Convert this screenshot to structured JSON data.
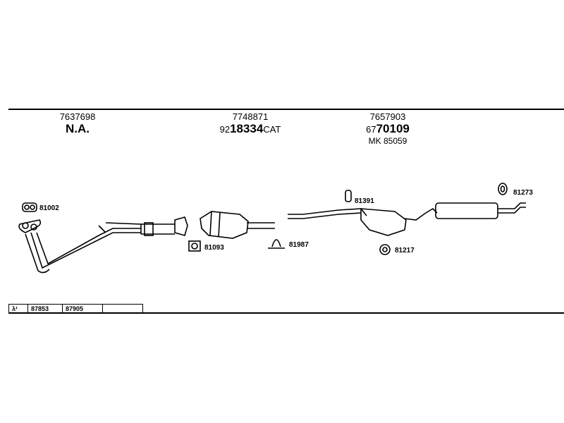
{
  "headers": [
    {
      "code": "7637698",
      "main": "N.A.",
      "sub": ""
    },
    {
      "code": "7748871",
      "prefix": "92",
      "main": "18334",
      "suffix": "CAT",
      "sub": ""
    },
    {
      "code": "7657903",
      "prefix": "67",
      "main": "70109",
      "sub": "MK 85059"
    }
  ],
  "part_labels": {
    "p81002": "81002",
    "p81093": "81093",
    "p81987": "81987",
    "p81391": "81391",
    "p81217": "81217",
    "p81273": "81273"
  },
  "table": {
    "symbol": "λ¹",
    "cells": [
      "87853",
      "87905",
      ""
    ]
  }
}
